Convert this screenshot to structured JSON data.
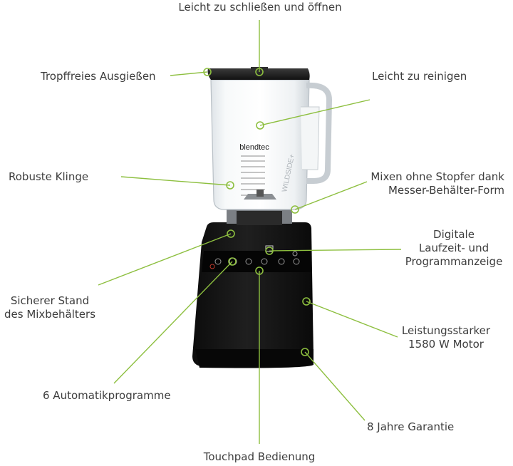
{
  "product": {
    "brand_on_jar": "blendtec",
    "jar_side_text": "WILDSIDE+"
  },
  "colors": {
    "accent_line": "#8dbf3f",
    "body": "#141414",
    "label_text": "#3d3d3d"
  },
  "callouts": [
    {
      "id": "lid",
      "lines": [
        "Leicht zu schließen und öffnen"
      ]
    },
    {
      "id": "spout",
      "lines": [
        "Tropffreies Ausgießen"
      ]
    },
    {
      "id": "clean",
      "lines": [
        "Leicht zu reinigen"
      ]
    },
    {
      "id": "blade",
      "lines": [
        "Robuste Klinge"
      ]
    },
    {
      "id": "no-tamper",
      "lines": [
        "Mixen ohne Stopfer dank",
        "Messer-Behälter-Form"
      ]
    },
    {
      "id": "display",
      "lines": [
        "Digitale",
        "Laufzeit- und",
        "Programmanzeige"
      ]
    },
    {
      "id": "stand",
      "lines": [
        "Sicherer Stand",
        "des Mixbehälters"
      ]
    },
    {
      "id": "motor",
      "lines": [
        "Leistungsstarker",
        "1580 W Motor"
      ]
    },
    {
      "id": "programs",
      "lines": [
        "6 Automatikprogramme"
      ]
    },
    {
      "id": "warranty",
      "lines": [
        "8 Jahre Garantie"
      ]
    },
    {
      "id": "touchpad",
      "lines": [
        "Touchpad Bedienung"
      ]
    }
  ]
}
